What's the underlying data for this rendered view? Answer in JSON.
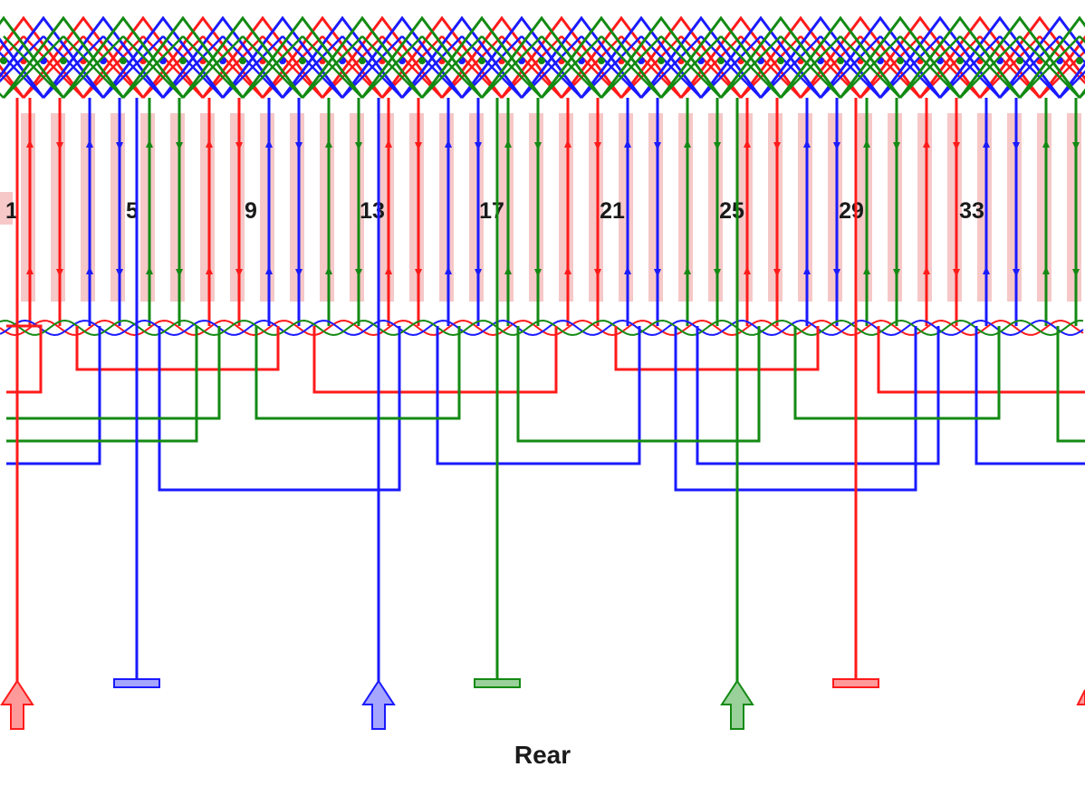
{
  "diagram": {
    "view_label": "Rear",
    "slot_labels": [
      "1",
      "5",
      "9",
      "13",
      "17",
      "21",
      "25",
      "29",
      "33"
    ],
    "colors": {
      "phase_a": "#ff1a1a",
      "phase_b": "#1a1aff",
      "phase_c": "#138a13",
      "slot": "#f6c8c8",
      "lead_a_fill": "#ff9a9a",
      "lead_b_fill": "#a6a6ff",
      "lead_c_fill": "#9ad19a"
    },
    "leads": [
      {
        "phase": "phase_a",
        "kind": "input-arrow"
      },
      {
        "phase": "phase_b",
        "kind": "terminal-bar"
      },
      {
        "phase": "phase_b",
        "kind": "input-arrow"
      },
      {
        "phase": "phase_c",
        "kind": "terminal-bar"
      },
      {
        "phase": "phase_c",
        "kind": "input-arrow"
      },
      {
        "phase": "phase_a",
        "kind": "terminal-bar"
      }
    ]
  }
}
